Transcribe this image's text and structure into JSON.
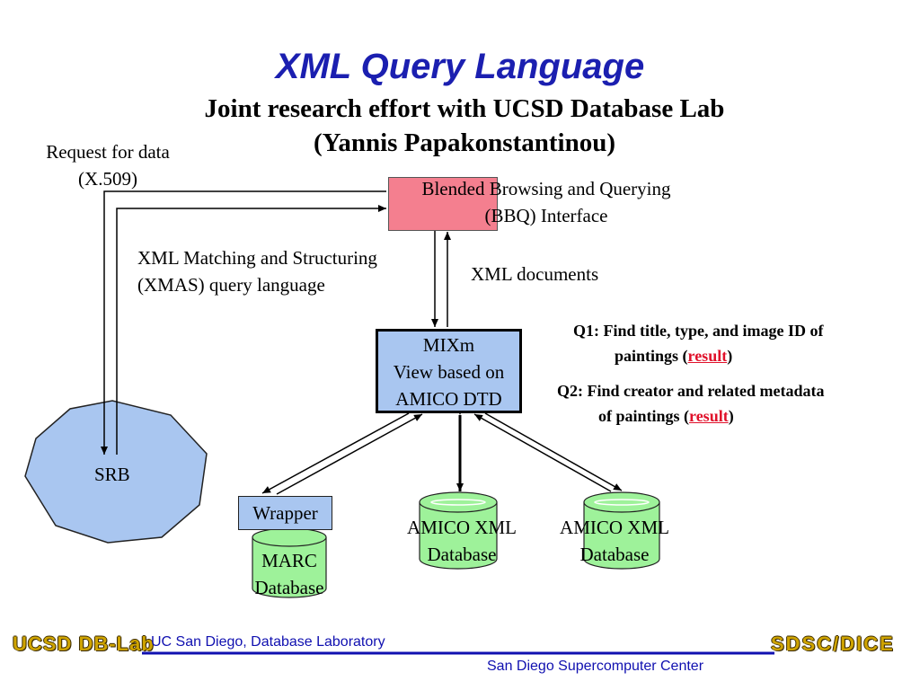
{
  "slide": {
    "title": "XML Query Language",
    "subtitle_line1": "Joint research effort with UCSD Database Lab",
    "subtitle_line2": "(Yannis Papakonstantinou)"
  },
  "diagram": {
    "request_label_line1": "Request for data",
    "request_label_line2": "(X.509)",
    "bbq_label_line1": "Blended Browsing and Querying",
    "bbq_label_line2": "(BBQ) Interface",
    "xmas_label_line1": "XML Matching and Structuring",
    "xmas_label_line2": "(XMAS) query language",
    "xml_docs_label": "XML documents",
    "mixm_line1": "MIXm",
    "mixm_line2": "View based on",
    "mixm_line3": "AMICO DTD",
    "srb_label": "SRB",
    "wrapper_label": "Wrapper",
    "marc_line1": "MARC",
    "marc_line2": "Database",
    "amico1_line1": "AMICO XML",
    "amico1_line2": "Database",
    "amico2_line1": "AMICO XML",
    "amico2_line2": "Database"
  },
  "queries": {
    "q1_prefix": "Q1: Find title, type, and image ID of",
    "q1_second": "paintings (",
    "q1_link": "result",
    "q1_suffix": ")",
    "q2_prefix": "Q2: Find creator and related metadata",
    "q2_second": "of paintings (",
    "q2_link": "result",
    "q2_suffix": ")"
  },
  "footer": {
    "left_logo": "UCSD DB-Lab",
    "left_text": "UC San Diego, Database Laboratory",
    "right_logo": "SDSC/DICE",
    "right_text": "San Diego Supercomputer Center"
  },
  "colors": {
    "title": "#1b1fb0",
    "bbq_fill": "#f47f8f",
    "mixm_fill": "#a9c6f0",
    "srb_fill": "#a9c6f0",
    "database_fill": "#9ef29a",
    "link": "#e0102a",
    "footer_text": "#1010b0",
    "footer_logo": "#cfa400"
  }
}
